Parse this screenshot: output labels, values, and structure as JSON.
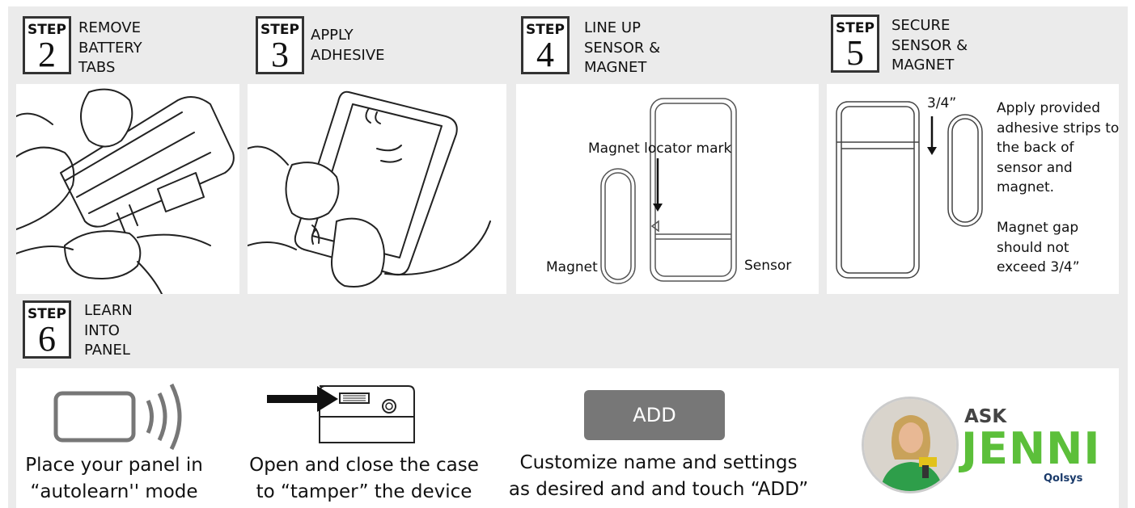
{
  "steps": [
    {
      "word": "STEP",
      "number": "2",
      "title": [
        "REMOVE",
        "BATTERY",
        "TABS"
      ]
    },
    {
      "word": "STEP",
      "number": "3",
      "title": [
        "APPLY",
        "ADHESIVE"
      ]
    },
    {
      "word": "STEP",
      "number": "4",
      "title": [
        "LINE UP",
        "SENSOR &",
        "MAGNET"
      ]
    },
    {
      "word": "STEP",
      "number": "5",
      "title": [
        "SECURE",
        "SENSOR &",
        "MAGNET"
      ]
    },
    {
      "word": "STEP",
      "number": "6",
      "title": [
        "LEARN",
        "INTO",
        "PANEL"
      ]
    }
  ],
  "step4": {
    "locator_label": "Magnet locator mark",
    "magnet_label": "Magnet",
    "sensor_label": "Sensor"
  },
  "step5": {
    "gap_label": "3/4”",
    "instructions": [
      "Apply provided",
      "adhesive strips to",
      "the back of",
      "sensor and",
      "magnet."
    ],
    "gap_note": [
      "Magnet gap",
      "should not",
      "exceed 3/4”"
    ]
  },
  "learn": {
    "caption1": [
      "Place your panel in",
      "“autolearn'' mode"
    ],
    "caption2": [
      "Open and close the case",
      "to “tamper” the device"
    ],
    "add_label": "ADD",
    "caption3": [
      "Customize name and settings",
      "as desired and and touch “ADD”"
    ]
  },
  "brand": {
    "ask": "ASK",
    "jenni": "JENNI",
    "company": "Qolsys",
    "jenni_color": "#5cbf3a"
  }
}
